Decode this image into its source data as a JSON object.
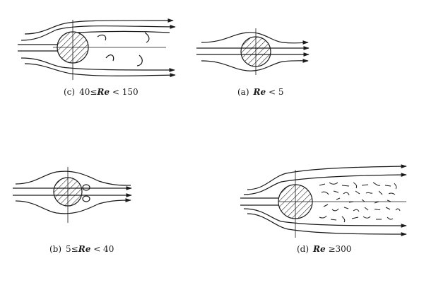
{
  "panels": {
    "c": {
      "tag": "(c)",
      "prefix": "40≤",
      "re": "Re",
      "suffix": "< 150"
    },
    "a": {
      "tag": "(a)",
      "prefix": "",
      "re": "Re",
      "suffix": "< 5"
    },
    "b": {
      "tag": "(b)",
      "prefix": "5≤",
      "re": "Re",
      "suffix": "< 40"
    },
    "d": {
      "tag": "(d)",
      "prefix": "",
      "re": "Re",
      "suffix": "≥300"
    }
  },
  "colors": {
    "ink": "#1a1a1a",
    "background": "#ffffff"
  }
}
